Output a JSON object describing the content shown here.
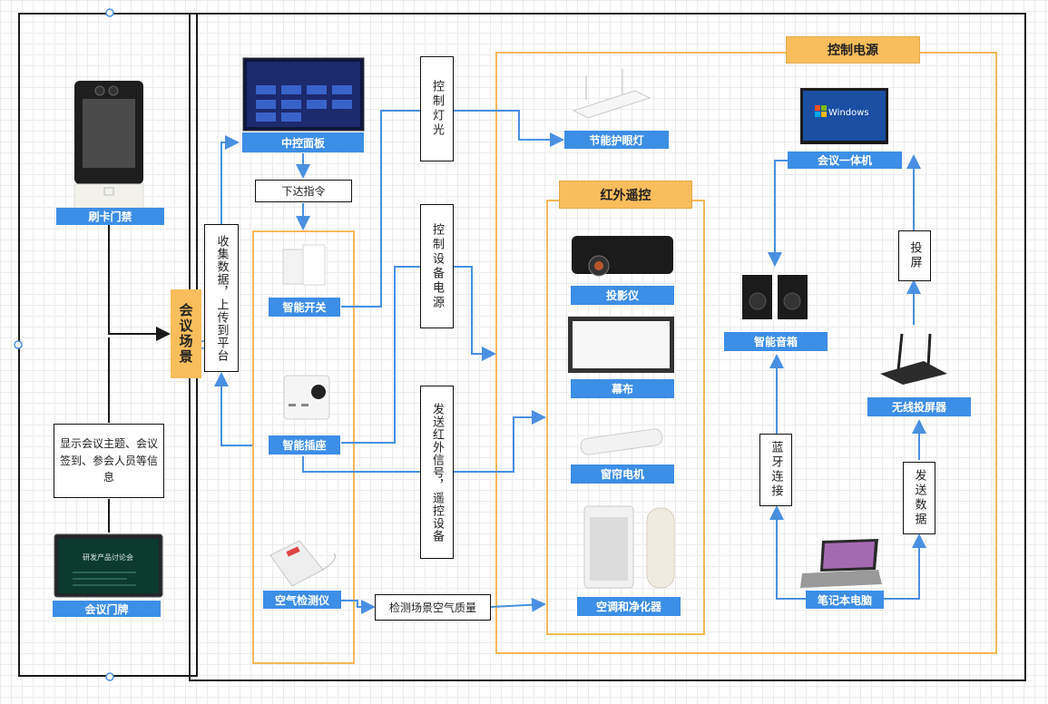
{
  "hub": {
    "label": "会议场景"
  },
  "group_labels": {
    "power_control": "控制电源",
    "ir_control": "红外遥控"
  },
  "devices": {
    "card_access": "刷卡门禁",
    "meeting_sign": "会议门牌",
    "central_panel": "中控面板",
    "smart_switch": "智能开关",
    "smart_socket": "智能插座",
    "air_detector": "空气检测仪",
    "eye_lamp": "节能护眼灯",
    "meeting_pc": "会议一体机",
    "projector": "投影仪",
    "screen": "幕布",
    "curtain_motor": "窗帘电机",
    "ac_purifier": "空调和净化器",
    "smart_speaker": "智能音箱",
    "wireless_caster": "无线投屏器",
    "laptop": "笔记本电脑"
  },
  "notes": {
    "sign_info": "显示会议主题、会议签到、参会人员等信息",
    "issue_command": "下达指令",
    "collect_upload": "收集数据，上传到平台",
    "control_light": "控制灯光",
    "control_power": "控制设备电源",
    "send_ir": "发送红外信号，遥控设备",
    "detect_air": "检测场景空气质量",
    "cast_screen": "投屏",
    "bluetooth": "蓝牙连接",
    "send_data": "发送数据"
  },
  "screens": {
    "sign_title": "研发产品讨论会",
    "win_logo": "Windows"
  },
  "colors": {
    "blue": "#3d8ee6",
    "orange": "#f9bd5c",
    "orange_border": "#f7b959",
    "arrow": "#4a90e2",
    "black": "#1a1a1a"
  }
}
